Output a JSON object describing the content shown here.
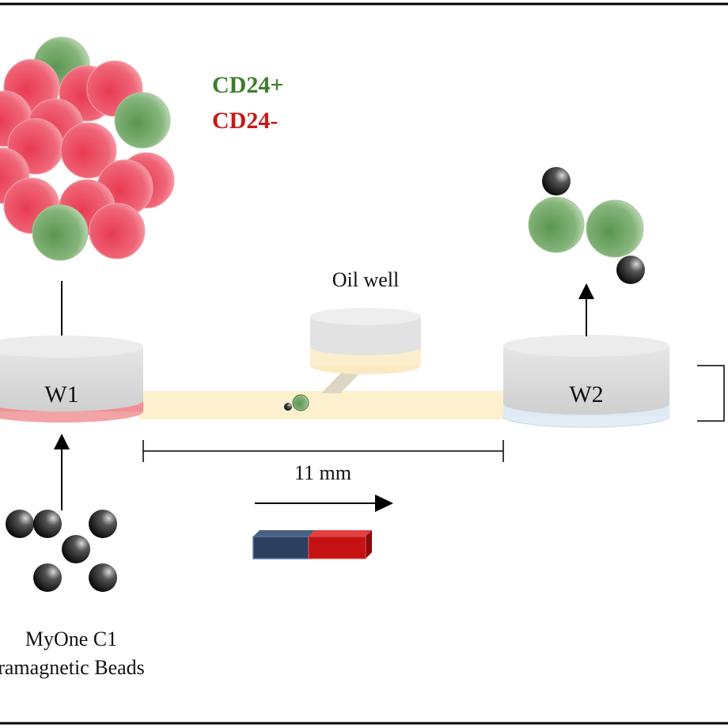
{
  "legend": {
    "positive": "CD24+",
    "negative": "CD24-",
    "positive_color": "#3d7d2a",
    "negative_color": "#c81818"
  },
  "wells": {
    "w1": "W1",
    "w2": "W2",
    "oil": "Oil well"
  },
  "dimension": {
    "label": "11 mm"
  },
  "beads": {
    "label_line1": "MyOne C1",
    "label_line2": "ramagnetic Beads"
  },
  "colors": {
    "channel": "#fcf0cf",
    "cell_red": "#e8485e",
    "cell_green": "#6ea566",
    "bead": "#1a1a1a",
    "magnet_blue": "#2c3f5e",
    "magnet_red": "#c41212"
  }
}
